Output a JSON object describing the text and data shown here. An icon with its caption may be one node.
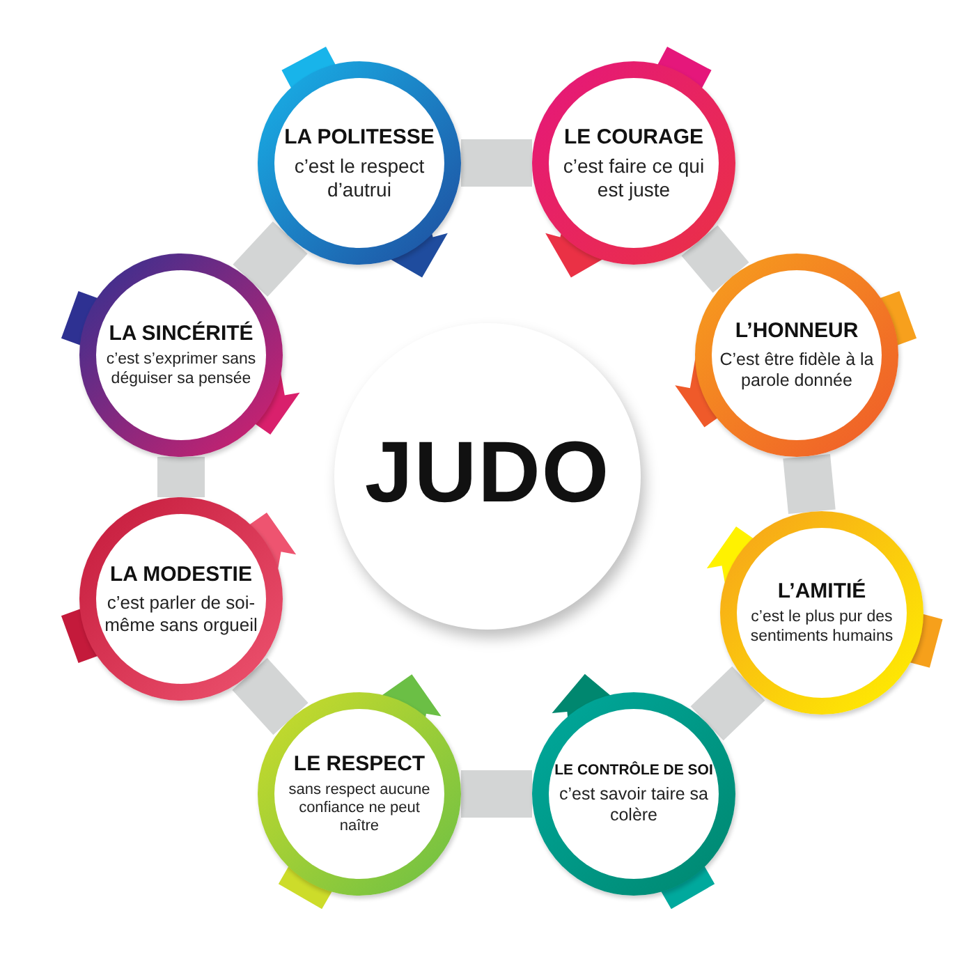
{
  "diagram": {
    "nodes": [
      {
        "text": [
          "LA POLITESSE",
          "c’est le respect d’autrui"
        ]
      },
      {
        "text": [
          "LE COURAGE",
          "c’est faire ce qui est juste"
        ]
      },
      {
        "text": [
          "L’HONNEUR",
          "C’est être fidèle à la parole donnée"
        ]
      },
      {
        "text": [
          "L’AMITIÉ",
          "c’est le plus pur des sentiments humains"
        ]
      },
      {
        "text": [
          "LE CONTRÔLE DE SOI",
          "c’est savoir taire sa colère"
        ]
      },
      {
        "text": [
          "LE RESPECT",
          "sans respect aucune confiance ne peut naître"
        ]
      },
      {
        "text": [
          "LA MODESTIE",
          "c’est parler de soi-même sans orgueil"
        ]
      },
      {
        "text": [
          "LA SINCÉRITÉ",
          "c’est s’exprimer sans déguiser sa pensée"
        ]
      },
      {
        "text": [
          "JUDO"
        ]
      }
    ],
    "edges": [
      {
        "from": 0,
        "to": 1,
        "arrow": "none"
      },
      {
        "from": 1,
        "to": 2,
        "arrow": "none"
      },
      {
        "from": 2,
        "to": 3,
        "arrow": "none"
      },
      {
        "from": 3,
        "to": 4,
        "arrow": "none"
      },
      {
        "from": 4,
        "to": 5,
        "arrow": "none"
      },
      {
        "from": 5,
        "to": 6,
        "arrow": "none"
      },
      {
        "from": 6,
        "to": 7,
        "arrow": "none"
      },
      {
        "from": 7,
        "to": 0,
        "arrow": "none"
      }
    ]
  }
}
